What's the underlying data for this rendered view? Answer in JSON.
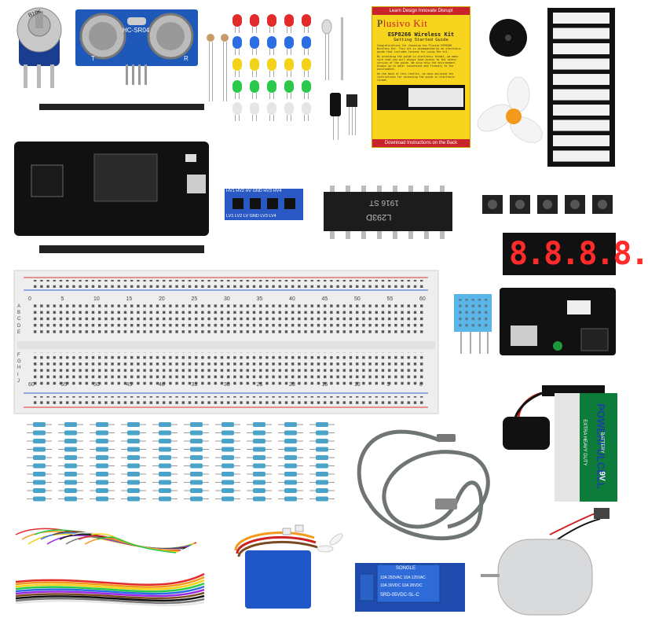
{
  "guide": {
    "header": "Learn  Design  Innovate  Disrupt",
    "brand_prefix": "P",
    "brand_rest": "lusivo Kit",
    "title": "ESP8266 Wireless Kit",
    "subtitle": "Getting Started Guide",
    "body_1": "Congratulations for choosing the Plusivo ESP8266 Wireless Kit. This kit is accompanied by an electronic guide that includes lessons for using the kit.",
    "body_2": "By providing the guide in electronic format, we make sure that you will always have access to the latest version of the guide. We also help the environment. Always up to date: convenient and friendly to the environment.",
    "body_3": "On the back of this leaflet, we have enclosed the instructions for accessing the guide in electronic format.",
    "footer": "Download Instructions on the Back"
  },
  "sensor": {
    "model": "HC-SR04",
    "pin_t": "T",
    "pin_r": "R"
  },
  "pot": {
    "value": "B10K"
  },
  "chip": {
    "name": "L293D",
    "code": "1916 ST"
  },
  "display": {
    "text": "8.8.8.8."
  },
  "battery": {
    "brand": "POWERFULCELL",
    "type": "EXTRA HEAVY DUTY",
    "kind": "BATTERY",
    "voltage": "9V"
  },
  "relay": {
    "model": "SRD-05VDC-SL-C",
    "brand": "SONGLE",
    "spec1": "10A 250VAC  10A 125VAC",
    "spec2": "10A 30VDC  10A 28VDC"
  },
  "breadboard": {
    "top_numbers": [
      "0",
      "5",
      "10",
      "15",
      "20",
      "25",
      "30",
      "35",
      "40",
      "45",
      "50",
      "55",
      "60"
    ],
    "bottom_numbers": [
      "60",
      "55",
      "50",
      "45",
      "40",
      "35",
      "30",
      "25",
      "20",
      "15",
      "10",
      "5",
      "0"
    ],
    "rows_top": [
      "A",
      "B",
      "C",
      "D",
      "E"
    ],
    "rows_bottom": [
      "F",
      "G",
      "H",
      "I",
      "J"
    ]
  },
  "level_shifter": {
    "top": "HV1 HV2 HV GND HV3 HV4",
    "bottom": "LV1 LV2 LV GND LV3 LV4"
  },
  "colors": {
    "pcb_black": "#111111",
    "pcb_blue": "#1e58b8",
    "guide_yellow": "#f7d41d",
    "brand_red": "#c9242b",
    "breadboard": "#eeeeee",
    "resistor_blue": "#4aa3c9",
    "display_red": "#ff2a2a",
    "fan_orange": "#f39a1c"
  }
}
